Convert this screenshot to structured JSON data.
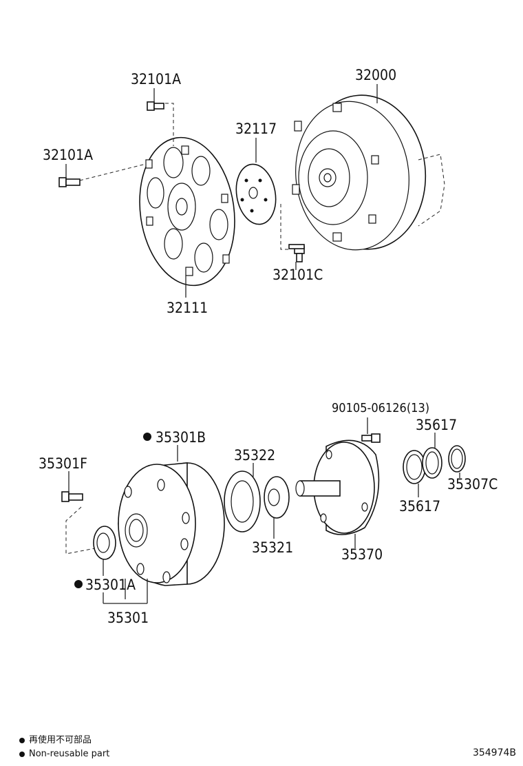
{
  "labels": {
    "p32101A_top": "32101A",
    "p32101A_left": "32101A",
    "p32000": "32000",
    "p32117": "32117",
    "p32101C": "32101C",
    "p32111": "32111",
    "p90105": "90105-06126(13)",
    "p35617_top": "35617",
    "p35301B": "35301B",
    "p35322": "35322",
    "p35301F": "35301F",
    "p35307C": "35307C",
    "p35617_bottom": "35617",
    "p35321": "35321",
    "p35370": "35370",
    "p35301A": "35301A",
    "p35301": "35301"
  },
  "legend": {
    "line1": "再使用不可部品",
    "line2": "Non-reusable part"
  },
  "diagram_code": "354974B"
}
